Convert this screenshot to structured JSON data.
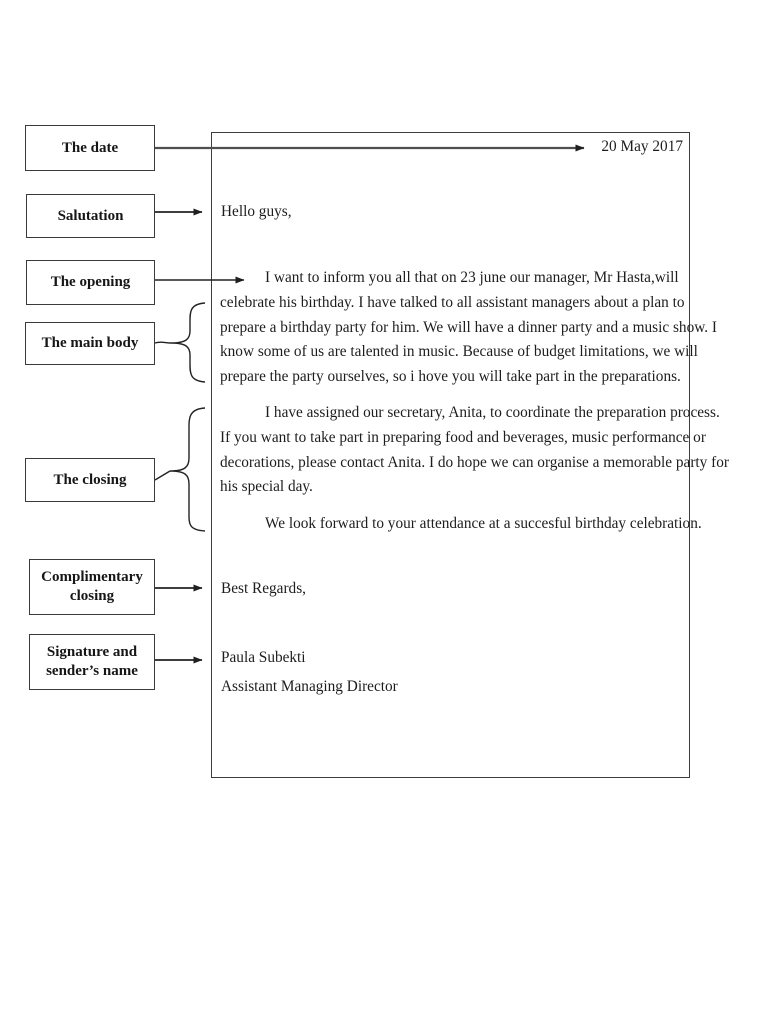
{
  "diagram": {
    "labels": [
      {
        "text": "The date"
      },
      {
        "text": "Salutation"
      },
      {
        "text": "The opening"
      },
      {
        "text": "The main body"
      },
      {
        "text": "The closing"
      },
      {
        "text": "Complimentary closing"
      },
      {
        "text": "Signature and sender’s name"
      }
    ]
  },
  "letter": {
    "date": "20 May 2017",
    "salutation": "Hello guys,",
    "paragraphs": [
      {
        "lines": [
          "I want to inform you all that on 23 june our manager, Mr Hasta,will",
          "celebrate his birthday. I have talked to all assistant managers about a plan to",
          "prepare a birthday party for him. We will have a dinner party and a music show. I",
          "know some of us are talented in music. Because of budget limitations, we will",
          "prepare the party ourselves, so i hove you will take part in the preparations."
        ]
      },
      {
        "lines": [
          "I have assigned our secretary, Anita, to coordinate the preparation process.",
          "If you want to take part in preparing food and beverages, music performance or",
          "decorations, please contact Anita. I do hope we can organise a memorable party for",
          "his special day."
        ]
      },
      {
        "lines": [
          "We look forward to your attendance at a succesful birthday celebration."
        ]
      }
    ],
    "complimentary_closing": "Best Regards,",
    "sender_name": "Paula Subekti",
    "sender_title": "Assistant Managing Director"
  },
  "colors": {
    "ink": "#1d1d1d",
    "border": "#3a3a3a",
    "background": "#ffffff"
  }
}
